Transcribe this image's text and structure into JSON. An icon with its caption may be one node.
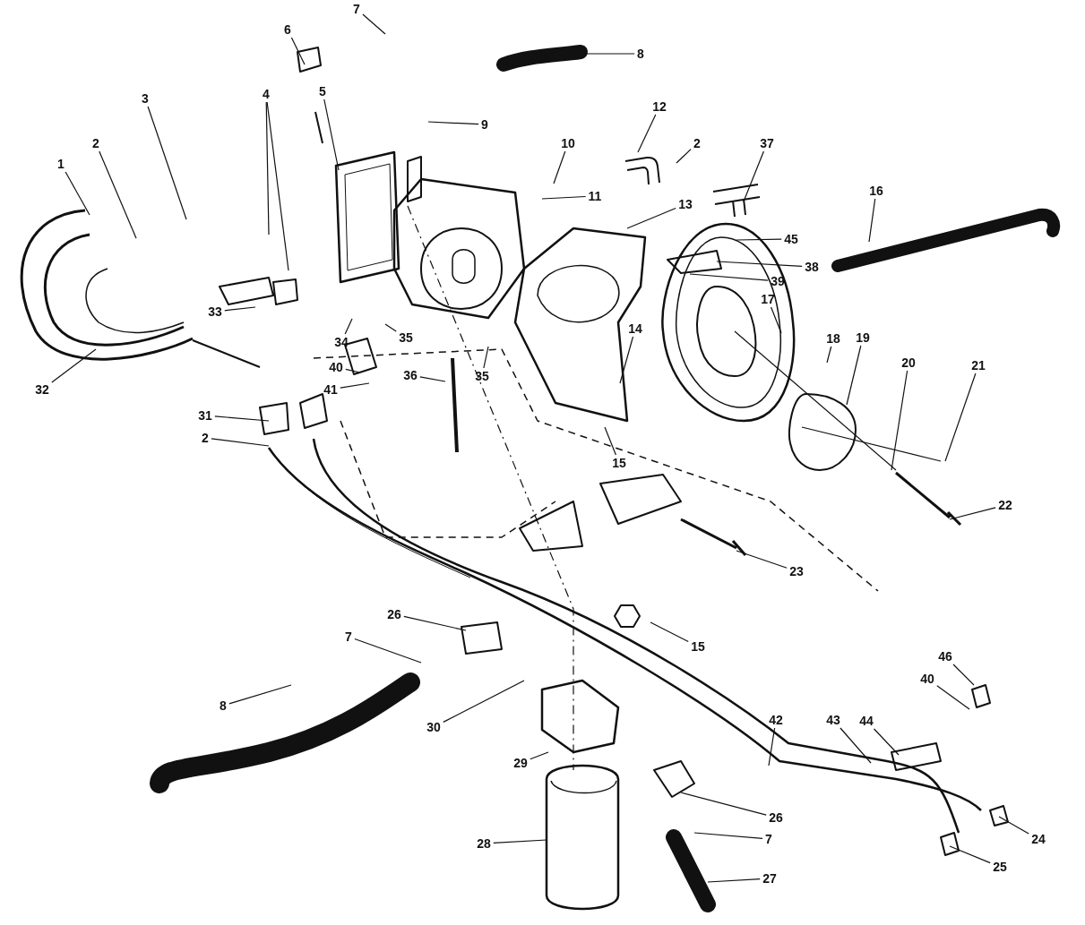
{
  "diagram": {
    "nodes": [
      {
        "text": [
          "7"
        ]
      },
      {
        "text": [
          "6"
        ]
      },
      {
        "text": [
          "8"
        ]
      },
      {
        "text": [
          "5"
        ]
      },
      {
        "text": [
          "4"
        ]
      },
      {
        "text": [
          "3"
        ]
      },
      {
        "text": [
          "12"
        ]
      },
      {
        "text": [
          "9"
        ]
      },
      {
        "text": [
          "2"
        ]
      },
      {
        "text": [
          "10"
        ]
      },
      {
        "text": [
          "2"
        ]
      },
      {
        "text": [
          "37"
        ]
      },
      {
        "text": [
          "1"
        ]
      },
      {
        "text": [
          "16"
        ]
      },
      {
        "text": [
          "11"
        ]
      },
      {
        "text": [
          "13"
        ]
      },
      {
        "text": [
          "45"
        ]
      },
      {
        "text": [
          "38"
        ]
      },
      {
        "text": [
          "39"
        ]
      },
      {
        "text": [
          "17"
        ]
      },
      {
        "text": [
          "33"
        ]
      },
      {
        "text": [
          "14"
        ]
      },
      {
        "text": [
          "35"
        ]
      },
      {
        "text": [
          "18"
        ]
      },
      {
        "text": [
          "19"
        ]
      },
      {
        "text": [
          "34"
        ]
      },
      {
        "text": [
          "20"
        ]
      },
      {
        "text": [
          "21"
        ]
      },
      {
        "text": [
          "40"
        ]
      },
      {
        "text": [
          "36"
        ]
      },
      {
        "text": [
          "35"
        ]
      },
      {
        "text": [
          "32"
        ]
      },
      {
        "text": [
          "41"
        ]
      },
      {
        "text": [
          "31"
        ]
      },
      {
        "text": [
          "2"
        ]
      },
      {
        "text": [
          "15"
        ]
      },
      {
        "text": [
          "22"
        ]
      },
      {
        "text": [
          "23"
        ]
      },
      {
        "text": [
          "26"
        ]
      },
      {
        "text": [
          "7"
        ]
      },
      {
        "text": [
          "15"
        ]
      },
      {
        "text": [
          "46"
        ]
      },
      {
        "text": [
          "40"
        ]
      },
      {
        "text": [
          "8"
        ]
      },
      {
        "text": [
          "42"
        ]
      },
      {
        "text": [
          "43"
        ]
      },
      {
        "text": [
          "44"
        ]
      },
      {
        "text": [
          "30"
        ]
      },
      {
        "text": [
          "29"
        ]
      },
      {
        "text": [
          "26"
        ]
      },
      {
        "text": [
          "24"
        ]
      },
      {
        "text": [
          "7"
        ]
      },
      {
        "text": [
          "28"
        ]
      },
      {
        "text": [
          "25"
        ]
      },
      {
        "text": [
          "27"
        ]
      }
    ],
    "edges": [
      {
        "from": 0,
        "to": null,
        "arrow": "none"
      },
      {
        "from": 1,
        "to": null,
        "arrow": "none"
      },
      {
        "from": 2,
        "to": null,
        "arrow": "none"
      },
      {
        "from": 3,
        "to": null,
        "arrow": "none"
      },
      {
        "from": 4,
        "to": null,
        "arrow": "none"
      },
      {
        "from": 4,
        "to": null,
        "arrow": "none"
      },
      {
        "from": 5,
        "to": null,
        "arrow": "none"
      },
      {
        "from": 6,
        "to": null,
        "arrow": "none"
      },
      {
        "from": 7,
        "to": null,
        "arrow": "none"
      },
      {
        "from": 8,
        "to": null,
        "arrow": "none"
      },
      {
        "from": 9,
        "to": null,
        "arrow": "none"
      },
      {
        "from": 10,
        "to": null,
        "arrow": "none"
      },
      {
        "from": 11,
        "to": null,
        "arrow": "none"
      },
      {
        "from": 12,
        "to": null,
        "arrow": "none"
      },
      {
        "from": 13,
        "to": null,
        "arrow": "none"
      },
      {
        "from": 14,
        "to": null,
        "arrow": "none"
      },
      {
        "from": 15,
        "to": null,
        "arrow": "none"
      },
      {
        "from": 16,
        "to": null,
        "arrow": "none"
      },
      {
        "from": 17,
        "to": null,
        "arrow": "none"
      },
      {
        "from": 18,
        "to": null,
        "arrow": "none"
      },
      {
        "from": 19,
        "to": null,
        "arrow": "none"
      },
      {
        "from": 20,
        "to": null,
        "arrow": "none"
      },
      {
        "from": 21,
        "to": null,
        "arrow": "none"
      },
      {
        "from": 22,
        "to": null,
        "arrow": "none"
      },
      {
        "from": 23,
        "to": null,
        "arrow": "none"
      },
      {
        "from": 24,
        "to": null,
        "arrow": "none"
      },
      {
        "from": 25,
        "to": null,
        "arrow": "none"
      },
      {
        "from": 26,
        "to": null,
        "arrow": "none"
      },
      {
        "from": 27,
        "to": null,
        "arrow": "none"
      },
      {
        "from": 28,
        "to": null,
        "arrow": "none"
      },
      {
        "from": 29,
        "to": null,
        "arrow": "none"
      },
      {
        "from": 30,
        "to": null,
        "arrow": "none"
      },
      {
        "from": 31,
        "to": null,
        "arrow": "none"
      },
      {
        "from": 32,
        "to": null,
        "arrow": "none"
      },
      {
        "from": 33,
        "to": null,
        "arrow": "none"
      },
      {
        "from": 34,
        "to": null,
        "arrow": "none"
      },
      {
        "from": 35,
        "to": null,
        "arrow": "none"
      },
      {
        "from": 36,
        "to": null,
        "arrow": "none"
      },
      {
        "from": 37,
        "to": null,
        "arrow": "none"
      },
      {
        "from": 38,
        "to": null,
        "arrow": "none"
      },
      {
        "from": 39,
        "to": null,
        "arrow": "none"
      },
      {
        "from": 40,
        "to": null,
        "arrow": "none"
      },
      {
        "from": 41,
        "to": null,
        "arrow": "none"
      },
      {
        "from": 42,
        "to": null,
        "arrow": "none"
      },
      {
        "from": 43,
        "to": null,
        "arrow": "none"
      },
      {
        "from": 44,
        "to": null,
        "arrow": "none"
      },
      {
        "from": 45,
        "to": null,
        "arrow": "none"
      },
      {
        "from": 46,
        "to": null,
        "arrow": "none"
      },
      {
        "from": 47,
        "to": null,
        "arrow": "none"
      },
      {
        "from": 48,
        "to": null,
        "arrow": "none"
      },
      {
        "from": 49,
        "to": null,
        "arrow": "none"
      },
      {
        "from": 50,
        "to": null,
        "arrow": "none"
      },
      {
        "from": 51,
        "to": null,
        "arrow": "none"
      },
      {
        "from": 52,
        "to": null,
        "arrow": "none"
      },
      {
        "from": 53,
        "to": null,
        "arrow": "none"
      },
      {
        "from": 54,
        "to": null,
        "arrow": "none"
      }
    ]
  }
}
